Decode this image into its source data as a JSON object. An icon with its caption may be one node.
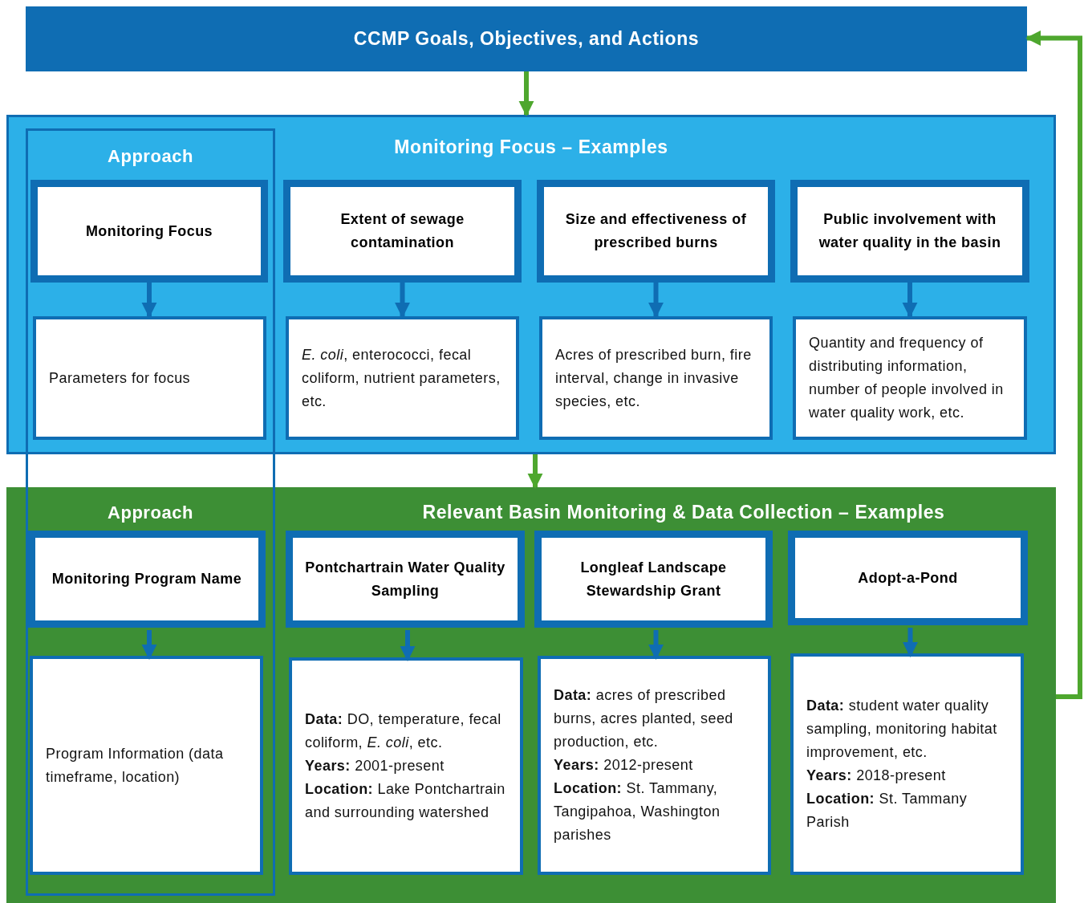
{
  "diagram": {
    "nodes": [
      {
        "text": [
          "CCMP Goals, Objectives, and Actions"
        ]
      },
      {
        "text": [
          "Monitoring Focus – Examples"
        ]
      },
      {
        "text": [
          "Monitoring Focus"
        ],
        "in": 1
      },
      {
        "text": [
          "Extent of sewage contamination"
        ],
        "in": 1
      },
      {
        "text": [
          "Size and effectiveness of prescribed burns"
        ],
        "in": 1
      },
      {
        "text": [
          "Public involvement with water quality in the basin"
        ],
        "in": 1
      },
      {
        "text": [
          "Parameters for focus"
        ],
        "in": 1
      },
      {
        "text": [
          "*E. coli*, enterococci, fecal coliform, nutrient parameters, etc."
        ],
        "in": 1
      },
      {
        "text": [
          "Acres of prescribed burn, fire interval, change in invasive species, etc."
        ],
        "in": 1
      },
      {
        "text": [
          "Quantity and frequency of distributing information, number of people involved in water quality work, etc."
        ],
        "in": 1
      },
      {
        "text": [
          "Relevant Basin Monitoring & Data Collection – Examples"
        ]
      },
      {
        "text": [
          "Monitoring Program Name"
        ],
        "in": 10
      },
      {
        "text": [
          "Pontchartrain Water Quality Sampling"
        ],
        "in": 10
      },
      {
        "text": [
          "Longleaf Landscape Stewardship Grant"
        ],
        "in": 10
      },
      {
        "text": [
          "Adopt-a-Pond"
        ],
        "in": 10
      },
      {
        "text": [
          "Program Information (data timeframe, location)"
        ],
        "in": 10
      },
      {
        "text": [
          "**Data:** DO, temperature, fecal coliform, *E. coli*, etc.",
          "**Years:** 2001-present",
          "**Location:** Lake Pontchartrain and surrounding watershed"
        ],
        "in": 10
      },
      {
        "text": [
          "**Data:** acres of prescribed burns, acres planted, seed production, etc.",
          "**Years:** 2012-present",
          "**Location:** St. Tammany, Tangipahoa, Washington parishes"
        ],
        "in": 10
      },
      {
        "text": [
          "**Data:** student water quality sampling, monitoring habitat improvement, etc.",
          "**Years:** 2018-present",
          "**Location:** St. Tammany Parish"
        ],
        "in": 10
      }
    ],
    "edges": [
      {
        "from": 0,
        "to": 1,
        "arrow": "to",
        "color": "#4ea72e"
      },
      {
        "from": 2,
        "to": 6,
        "arrow": "to"
      },
      {
        "from": 3,
        "to": 7,
        "arrow": "to"
      },
      {
        "from": 4,
        "to": 8,
        "arrow": "to"
      },
      {
        "from": 5,
        "to": 9,
        "arrow": "to"
      },
      {
        "from": 1,
        "to": 10,
        "arrow": "to",
        "color": "#4ea72e"
      },
      {
        "from": 11,
        "to": 15,
        "arrow": "to"
      },
      {
        "from": 12,
        "to": 16,
        "arrow": "to"
      },
      {
        "from": 13,
        "to": 17,
        "arrow": "to"
      },
      {
        "from": 14,
        "to": 18,
        "arrow": "to"
      },
      {
        "from": 10,
        "to": 0,
        "arrow": "to",
        "color": "#4ea72e"
      }
    ],
    "labels": [
      "Approach",
      "Approach"
    ]
  }
}
